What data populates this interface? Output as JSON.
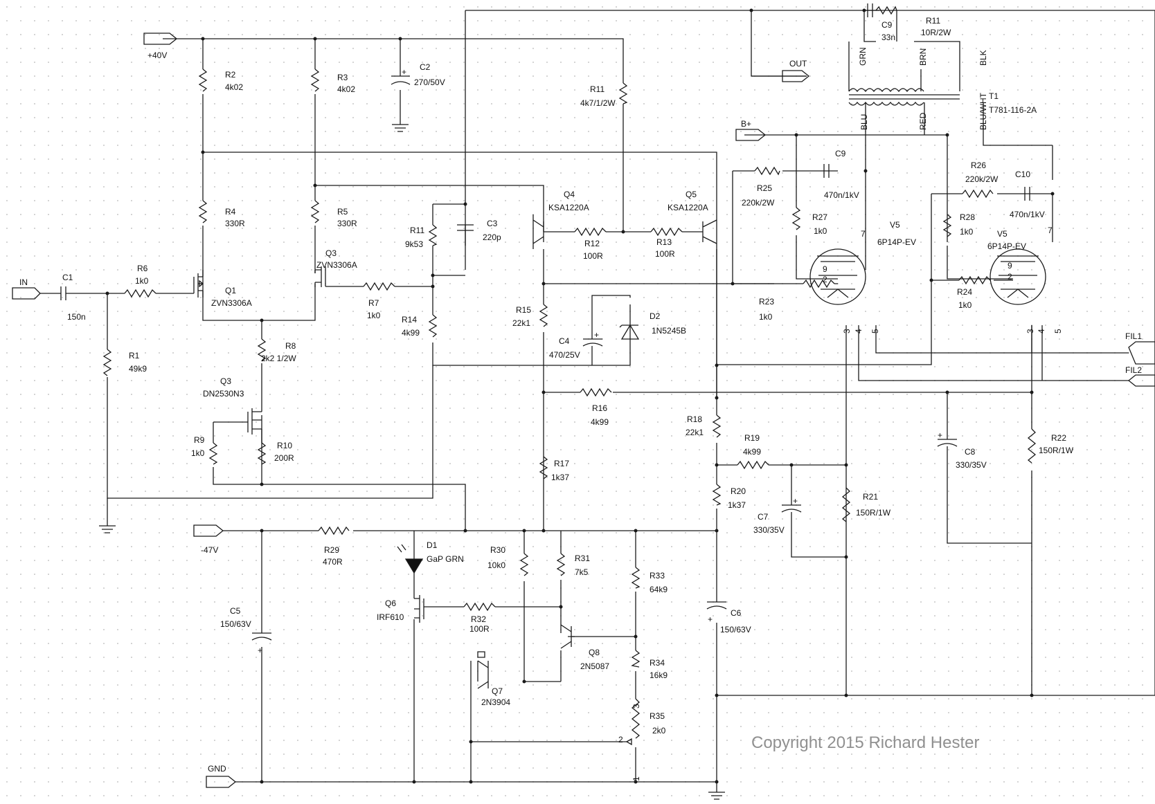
{
  "ports": {
    "plus40": "+40V",
    "in": "IN",
    "minus47": "-47V",
    "gnd": "GND",
    "out": "OUT",
    "bplus": "B+",
    "fil1": "FIL1",
    "fil2": "FIL2"
  },
  "components": {
    "C1": {
      "ref": "C1",
      "value": "150n"
    },
    "R6": {
      "ref": "R6",
      "value": "1k0"
    },
    "R1": {
      "ref": "R1",
      "value": "49k9"
    },
    "R2": {
      "ref": "R2",
      "value": "4k02"
    },
    "R3": {
      "ref": "R3",
      "value": "4k02"
    },
    "R4": {
      "ref": "R4",
      "value": "330R"
    },
    "R5": {
      "ref": "R5",
      "value": "330R"
    },
    "Q1": {
      "ref": "Q1",
      "value": "ZVN3306A"
    },
    "Q3a": {
      "ref": "Q3",
      "value": "ZVN3306A"
    },
    "R7": {
      "ref": "R7",
      "value": "1k0"
    },
    "R8": {
      "ref": "R8",
      "value": "2k2 1/2W"
    },
    "Q3b": {
      "ref": "Q3",
      "value": "DN2530N3"
    },
    "R9": {
      "ref": "R9",
      "value": "1k0"
    },
    "R10": {
      "ref": "R10",
      "value": "200R"
    },
    "C2": {
      "ref": "C2",
      "value": "270/50V"
    },
    "R11a": {
      "ref": "R11",
      "value": "9k53"
    },
    "C3": {
      "ref": "C3",
      "value": "220p"
    },
    "R14": {
      "ref": "R14",
      "value": "4k99"
    },
    "R11b": {
      "ref": "R11",
      "value": "4k7/1/2W"
    },
    "Q4": {
      "ref": "Q4",
      "value": "KSA1220A"
    },
    "Q5": {
      "ref": "Q5",
      "value": "KSA1220A"
    },
    "R12": {
      "ref": "R12",
      "value": "100R"
    },
    "R13": {
      "ref": "R13",
      "value": "100R"
    },
    "R15": {
      "ref": "R15",
      "value": "22k1"
    },
    "C4": {
      "ref": "C4",
      "value": "470/25V"
    },
    "D2": {
      "ref": "D2",
      "value": "1N5245B"
    },
    "R16": {
      "ref": "R16",
      "value": "4k99"
    },
    "R17": {
      "ref": "R17",
      "value": "1k37"
    },
    "R18": {
      "ref": "R18",
      "value": "22k1"
    },
    "R19": {
      "ref": "R19",
      "value": "4k99"
    },
    "R20": {
      "ref": "R20",
      "value": "1k37"
    },
    "C7": {
      "ref": "C7",
      "value": "330/35V"
    },
    "R21": {
      "ref": "R21",
      "value": "150R/1W"
    },
    "C8": {
      "ref": "C8",
      "value": "330/35V"
    },
    "R22": {
      "ref": "R22",
      "value": "150R/1W"
    },
    "R23": {
      "ref": "R23",
      "value": "1k0"
    },
    "R24": {
      "ref": "R24",
      "value": "1k0"
    },
    "R25": {
      "ref": "R25",
      "value": "220k/2W"
    },
    "R26": {
      "ref": "R26",
      "value": "220k/2W"
    },
    "R27": {
      "ref": "R27",
      "value": "1k0"
    },
    "R28": {
      "ref": "R28",
      "value": "1k0"
    },
    "C9a": {
      "ref": "C9",
      "value": "470n/1kV"
    },
    "C10": {
      "ref": "C10",
      "value": "470n/1kV"
    },
    "V5a": {
      "ref": "V5",
      "value": "6P14P-EV"
    },
    "V5b": {
      "ref": "V5",
      "value": "6P14P-EV"
    },
    "C9b": {
      "ref": "C9",
      "value": "33n"
    },
    "R11c": {
      "ref": "R11",
      "value": "10R/2W"
    },
    "T1": {
      "ref": "T1",
      "value": "T781-116-2A"
    },
    "R29": {
      "ref": "R29",
      "value": "470R"
    },
    "C5": {
      "ref": "C5",
      "value": "150/63V"
    },
    "D1": {
      "ref": "D1",
      "value": "GaP GRN"
    },
    "Q6": {
      "ref": "Q6",
      "value": "IRF610"
    },
    "R32": {
      "ref": "R32",
      "value": "100R"
    },
    "R30": {
      "ref": "R30",
      "value": "10k0"
    },
    "R31": {
      "ref": "R31",
      "value": "7k5"
    },
    "Q8": {
      "ref": "Q8",
      "value": "2N5087"
    },
    "Q7": {
      "ref": "Q7",
      "value": "2N3904"
    },
    "R33": {
      "ref": "R33",
      "value": "64k9"
    },
    "R34": {
      "ref": "R34",
      "value": "16k9"
    },
    "R35": {
      "ref": "R35",
      "value": "2k0"
    },
    "C6": {
      "ref": "C6",
      "value": "150/63V"
    }
  },
  "transformer_leads": {
    "grn": "GRN",
    "brn": "BRN",
    "blk": "BLK",
    "blu": "BLU",
    "red": "RED",
    "bluwht": "BLU/WHT"
  },
  "pins": {
    "p1": "1",
    "p2": "2",
    "p3": "3",
    "p4": "4",
    "p5": "5",
    "p7": "7",
    "p9": "9"
  },
  "copyright": "Copyright 2015 Richard Hester"
}
